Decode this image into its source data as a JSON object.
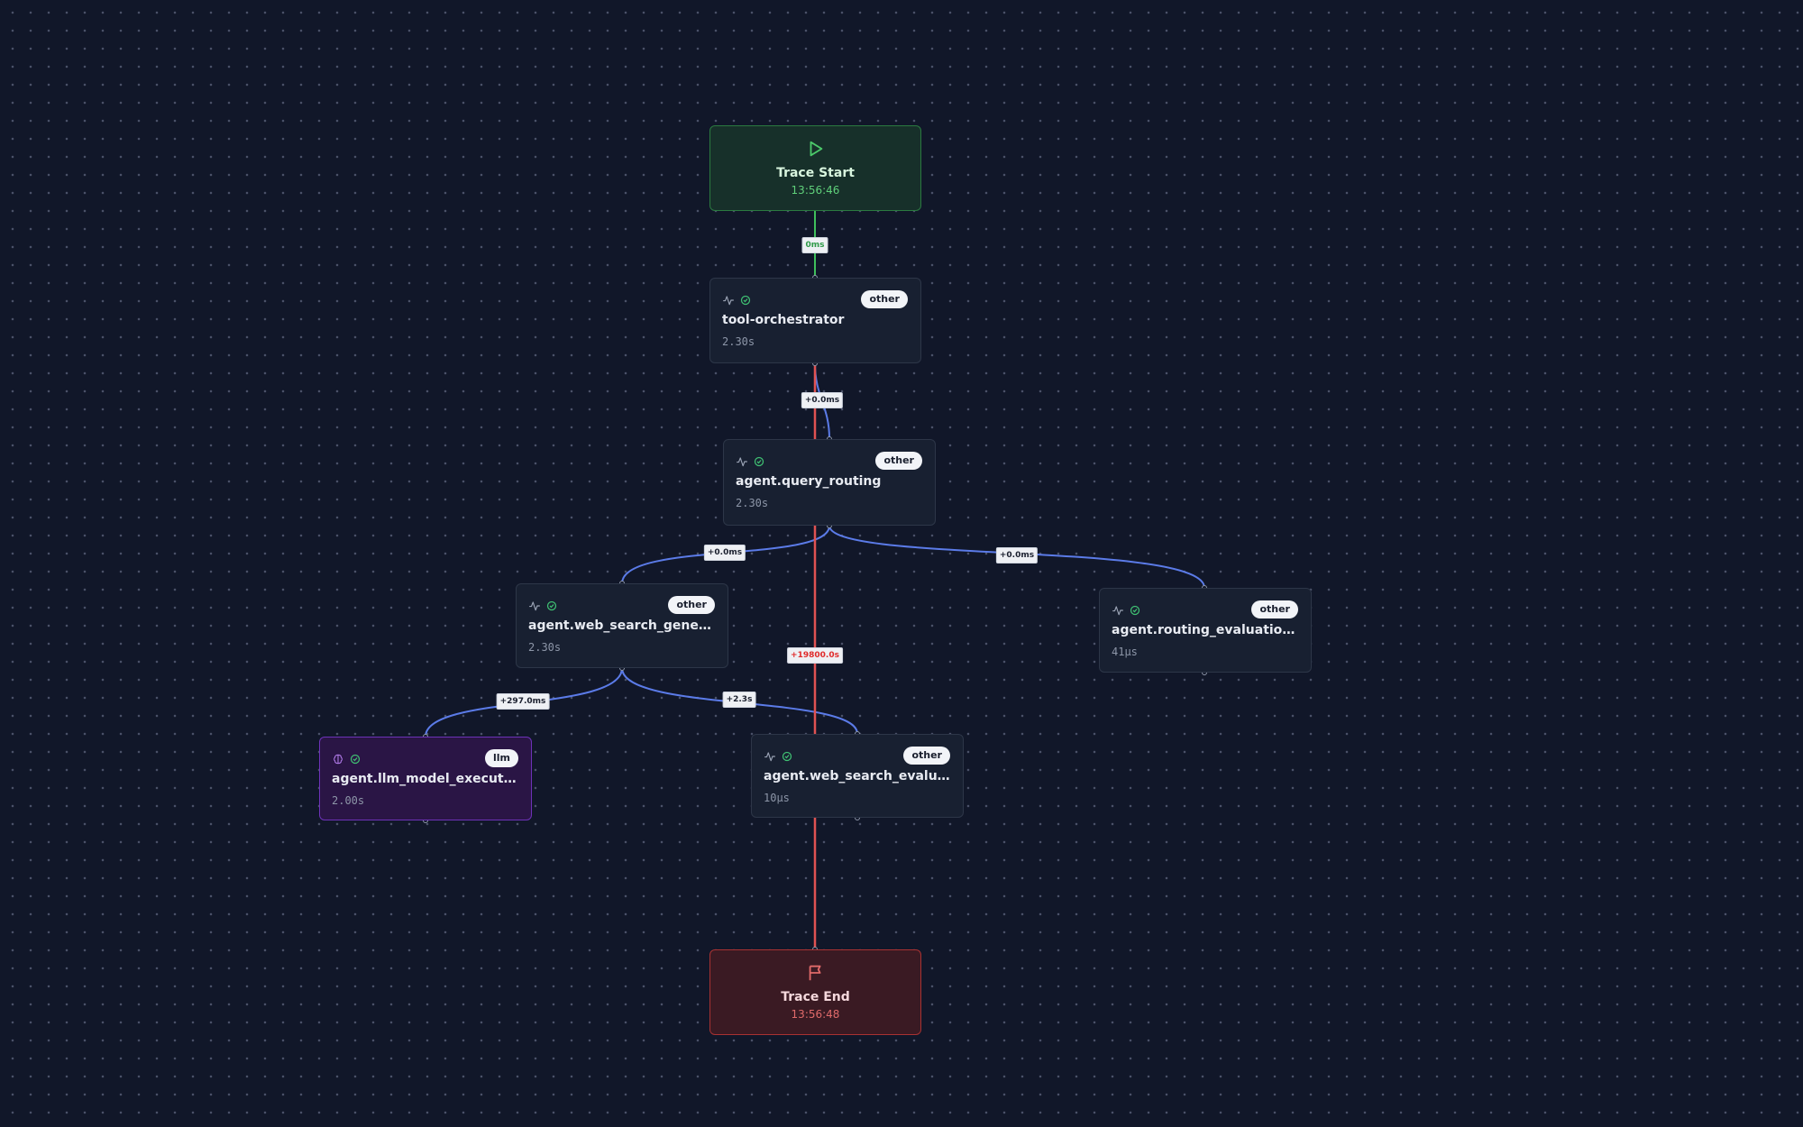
{
  "colors": {
    "background": "#111729",
    "edge_default": "#5b7be8",
    "edge_start": "#3fbf5c",
    "edge_end": "#e05252",
    "llm_border": "#6d32b8",
    "start_border": "#2b7a40",
    "end_border": "#a83232"
  },
  "trace_start": {
    "title": "Trace Start",
    "time": "13:56:46",
    "icon": "play-icon"
  },
  "trace_end": {
    "title": "Trace End",
    "time": "13:56:48",
    "icon": "flag-icon"
  },
  "spans": {
    "tool_orchestrator": {
      "name": "tool-orchestrator",
      "type": "other",
      "duration": "2.30s",
      "icon": "activity-icon"
    },
    "query_routing": {
      "name": "agent.query_routing",
      "type": "other",
      "duration": "2.30s",
      "icon": "activity-icon"
    },
    "web_search_generation": {
      "name": "agent.web_search_genera…",
      "type": "other",
      "duration": "2.30s",
      "icon": "activity-icon"
    },
    "routing_evaluation": {
      "name": "agent.routing_evaluation_…",
      "type": "other",
      "duration": "41µs",
      "icon": "activity-icon"
    },
    "llm_model_execution": {
      "name": "agent.llm_model_execution",
      "type": "llm",
      "duration": "2.00s",
      "icon": "brain-icon"
    },
    "web_search_evaluation": {
      "name": "agent.web_search_evalua…",
      "type": "other",
      "duration": "10µs",
      "icon": "activity-icon"
    }
  },
  "edges": {
    "start_to_orchestrator": "0ms",
    "orchestrator_to_routing": "+0.0ms",
    "routing_to_generation": "+0.0ms",
    "routing_to_evaluation": "+0.0ms",
    "generation_to_llm": "+297.0ms",
    "generation_to_search_eval": "+2.3s",
    "orchestrator_to_end": "+19800.0s"
  }
}
